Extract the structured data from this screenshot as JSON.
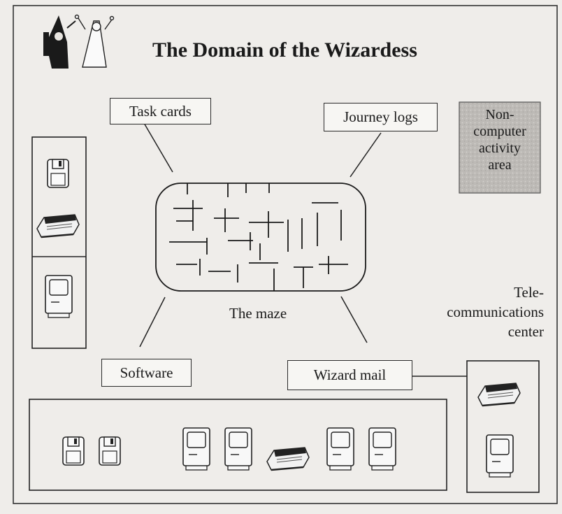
{
  "title": "The Domain of the Wizardess",
  "labels": {
    "task_cards": "Task cards",
    "journey_logs": "Journey logs",
    "non_computer": [
      "Non-",
      "computer",
      "activity",
      "area"
    ],
    "maze": "The maze",
    "telecom": [
      "Tele-",
      "communications",
      "center"
    ],
    "software": "Software",
    "wizard_mail": "Wizard mail"
  },
  "icons": {
    "left_column_top": [
      "floppy-disk-icon",
      "printer-icon"
    ],
    "left_column_bottom": [
      "computer-icon"
    ],
    "bottom_row": [
      "floppy-disk-icon",
      "floppy-disk-icon",
      "computer-icon",
      "computer-icon",
      "printer-icon",
      "computer-icon",
      "computer-icon"
    ],
    "telecom_station": [
      "printer-icon",
      "computer-icon"
    ],
    "header_figures": [
      "wizard-icon",
      "wizardess-icon"
    ]
  },
  "colors": {
    "non_computer_area_fill": "#bdbab6",
    "ink": "#1a1a1a"
  }
}
